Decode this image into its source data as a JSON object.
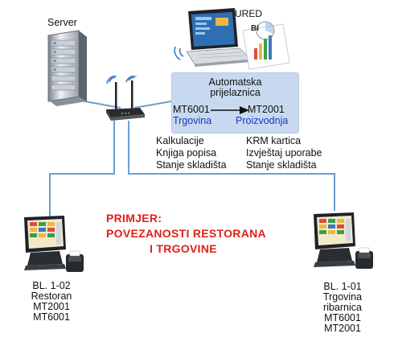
{
  "server": {
    "label": "Server"
  },
  "office": {
    "label": "URED",
    "bi_label": "BI"
  },
  "exchange_box": {
    "title_line1": "Automatska",
    "title_line2": "prijelaznica",
    "from_code": "MT6001",
    "to_code": "MT2001",
    "from_name": "Trgovina",
    "to_name": "Proizvodnja"
  },
  "left_docs": [
    "Kalkulacije",
    "Knjiga popisa",
    "Stanje skladišta"
  ],
  "right_docs": [
    "KRM kartica",
    "Izvještaj uporabe",
    "Stanje skladišta"
  ],
  "example": {
    "line1": "PRIMJER:",
    "line2": "POVEZANOSTI  RESTORANA",
    "line3": "I TRGOVINE"
  },
  "pos_left": {
    "lines": [
      "BL. 1-02",
      "Restoran",
      "MT2001",
      "MT6001"
    ]
  },
  "pos_right": {
    "lines": [
      "BL. 1-01",
      "Trgovina",
      "ribarnica",
      "MT6001",
      "MT2001"
    ]
  },
  "colors": {
    "connector": "#6a9fd0",
    "box_fill": "#c8d9ef",
    "accent_blue": "#1a33c8",
    "accent_red": "#e0201a"
  }
}
